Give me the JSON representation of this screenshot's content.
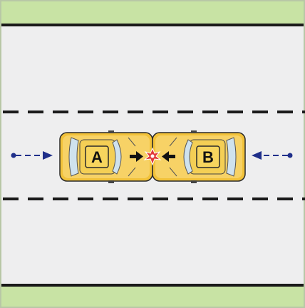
{
  "diagram": {
    "cars": [
      {
        "id": "car-a",
        "label": "A",
        "direction": "right"
      },
      {
        "id": "car-b",
        "label": "B",
        "direction": "left"
      }
    ],
    "colors": {
      "grass": "#c8e3a4",
      "road": "#eeeeef",
      "road_edge": "#1a1a1a",
      "lane_dash": "#1a1a1a",
      "car_body": "#f2c23a",
      "car_body_light": "#fbe08a",
      "car_glass": "#cfe2ee",
      "label_box": "#f7d55e",
      "motion_arrow": "#1f2f8a",
      "impact": "#e23a3a"
    },
    "icons": [
      "motion-arrow-icon",
      "impact-star-icon",
      "force-arrow-icon"
    ]
  }
}
